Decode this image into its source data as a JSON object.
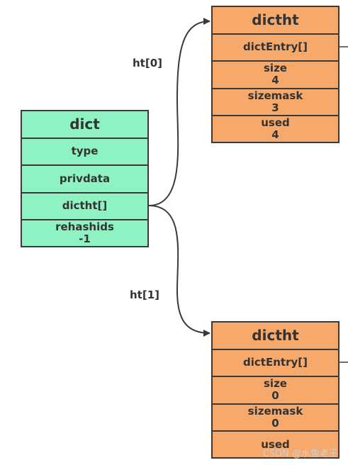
{
  "dict": {
    "title": "dict",
    "fields": [
      "type",
      "privdata",
      "dictht[]"
    ],
    "rehash_label": "rehashids",
    "rehash_value": "-1"
  },
  "edges": {
    "ht0_label": "ht[0]",
    "ht1_label": "ht[1]"
  },
  "ht0": {
    "title": "dictht",
    "table_label": "dictEntry[]",
    "size_label": "size",
    "size_value": "4",
    "sizemask_label": "sizemask",
    "sizemask_value": "3",
    "used_label": "used",
    "used_value": "4"
  },
  "ht1": {
    "title": "dictht",
    "table_label": "dictEntry[]",
    "size_label": "size",
    "size_value": "0",
    "sizemask_label": "sizemask",
    "sizemask_value": "0",
    "used_label": "used",
    "used_value": ""
  },
  "watermark": "CSDN @水鱼老王",
  "colors": {
    "dict_fill": "#8ff2c2",
    "dictht_fill": "#f6a96b",
    "stroke": "#3a3a3a"
  }
}
